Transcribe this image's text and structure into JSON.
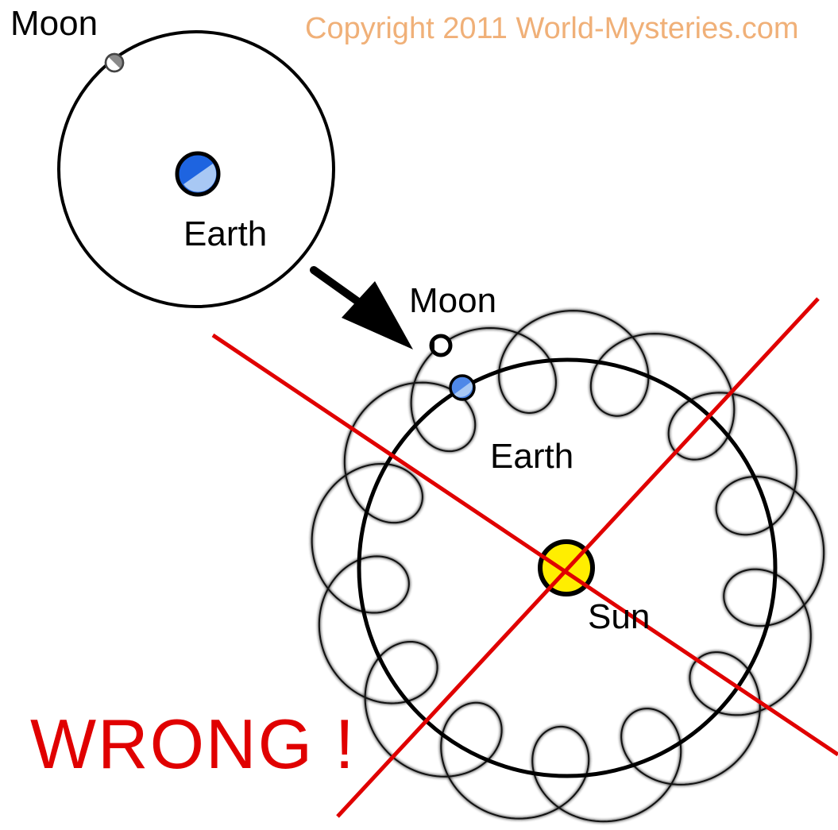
{
  "copyright": "Copyright 2011 World-Mysteries.com",
  "labels": {
    "moon_top": "Moon",
    "earth_top": "Earth",
    "moon_bottom": "Moon",
    "earth_bottom": "Earth",
    "sun": "Sun"
  },
  "verdict": "WRONG !",
  "colors": {
    "copyright": "#f0b078",
    "verdict": "#e00000",
    "cross": "#e00000",
    "earth_blue": "#1e64e0",
    "earth_light": "#a8c8f4",
    "sun_yellow": "#ffee00",
    "moon_gray": "#808080",
    "loop_stroke": "#222222"
  },
  "icons": {
    "arrow": "arrow-down-right-icon"
  }
}
